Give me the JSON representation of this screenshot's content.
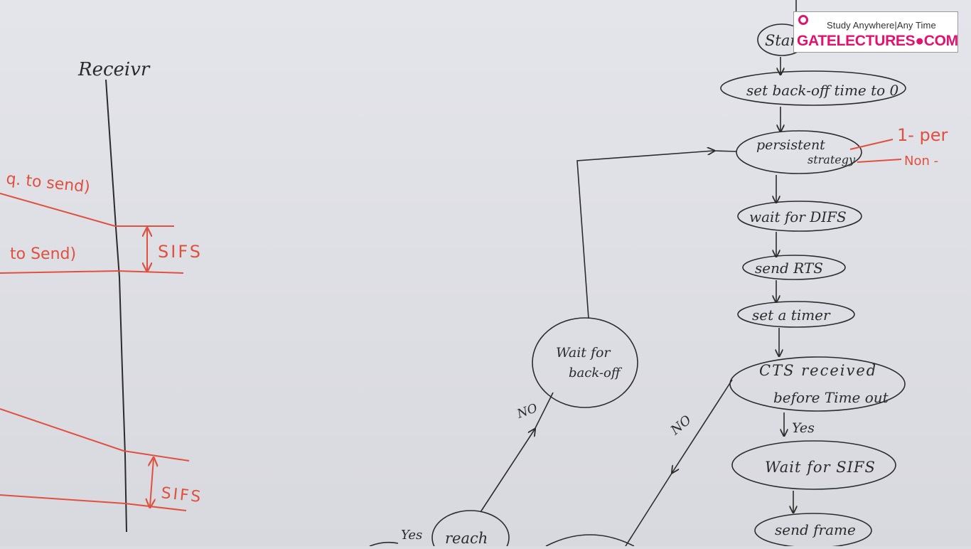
{
  "logo": {
    "tagline": "Study Anywhere|Any Time",
    "brand": "GATELECTURES●COM"
  },
  "timeline": {
    "receiver_label": "Receivr",
    "clear_to_send_partial": "q. to send)",
    "request_to_send_partial": "to Send)",
    "sifs_upper": "SIFS",
    "sifs_lower": "SIFS"
  },
  "flowchart": {
    "nodes": {
      "start": "Star",
      "set_backoff": "set back-off time to 0",
      "persistent_line1": "persistent",
      "persistent_line2": "strategy",
      "wait_difs": "wait for DIFS",
      "send_rts": "send RTS",
      "set_timer": "set a timer",
      "cts_line1": "CTS received",
      "cts_line2": "before Time out",
      "wait_sifs": "Wait for SIFS",
      "send_frame": "send frame",
      "wait_backoff_line1": "Wait for",
      "wait_backoff_line2": "back-off",
      "reach_partial": "reach"
    },
    "edges": {
      "cts_yes": "Yes",
      "cts_no": "NO",
      "reach_no": "NO",
      "reach_yes": "Yes"
    },
    "strategy_options": {
      "one_persistent": "1- per",
      "non_persistent": "Non -"
    }
  },
  "colors": {
    "ink_black": "#2b2b2b",
    "ink_red": "#e0503f",
    "brand_pink": "#e0136e"
  }
}
